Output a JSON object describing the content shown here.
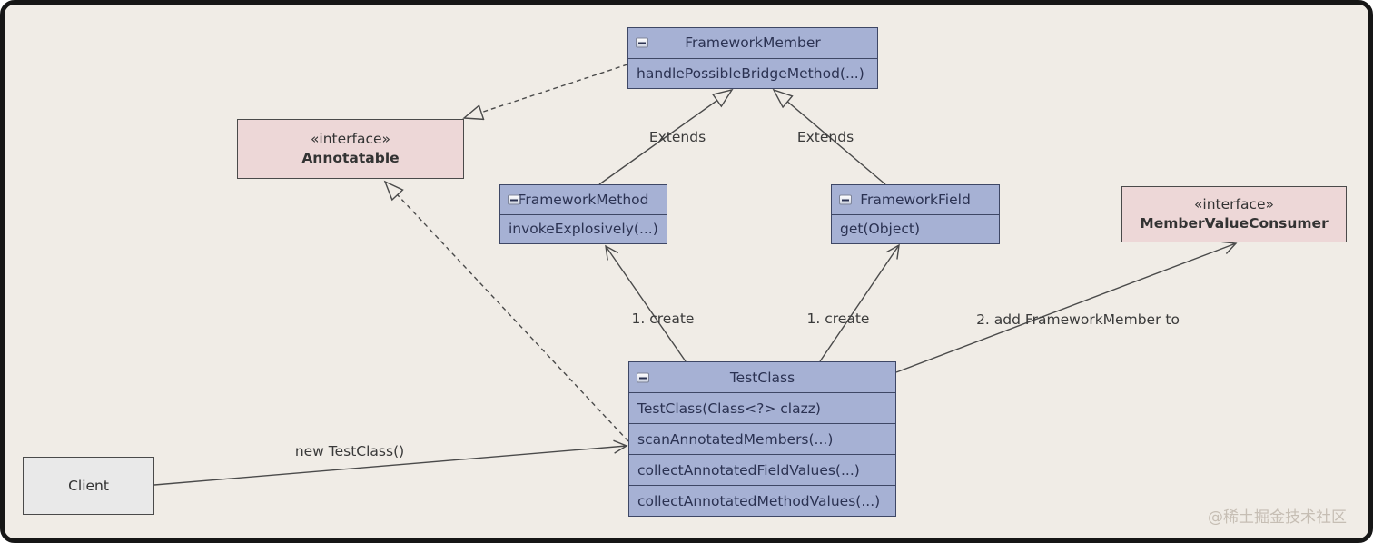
{
  "classes": {
    "framework_member": {
      "name": "FrameworkMember",
      "methods": [
        "handlePossibleBridgeMethod(...)"
      ]
    },
    "framework_method": {
      "name": "FrameworkMethod",
      "methods": [
        "invokeExplosively(...)"
      ]
    },
    "framework_field": {
      "name": "FrameworkField",
      "methods": [
        "get(Object)"
      ]
    },
    "test_class": {
      "name": "TestClass",
      "methods": [
        "TestClass(Class<?> clazz)",
        "scanAnnotatedMembers(...)",
        "collectAnnotatedFieldValues(...)",
        "collectAnnotatedMethodValues(...)"
      ]
    },
    "client": {
      "name": "Client"
    }
  },
  "interfaces": {
    "annotatable": {
      "stereotype": "«interface»",
      "name": "Annotatable"
    },
    "member_value_consumer": {
      "stereotype": "«interface»",
      "name": "MemberValueConsumer"
    }
  },
  "edge_labels": {
    "extends_method": "Extends",
    "extends_field": "Extends",
    "create_method": "1. create",
    "create_field": "1. create",
    "add_member": "2. add FrameworkMember to",
    "new_testclass": "new TestClass()"
  },
  "watermark": "@稀土掘金技术社区",
  "colors": {
    "background": "#f0ece6",
    "class_fill": "#a6b1d4",
    "class_border": "#3e4765",
    "interface_fill": "#edd7d7",
    "client_fill": "#e9e9e9",
    "line": "#4a4a4a"
  }
}
